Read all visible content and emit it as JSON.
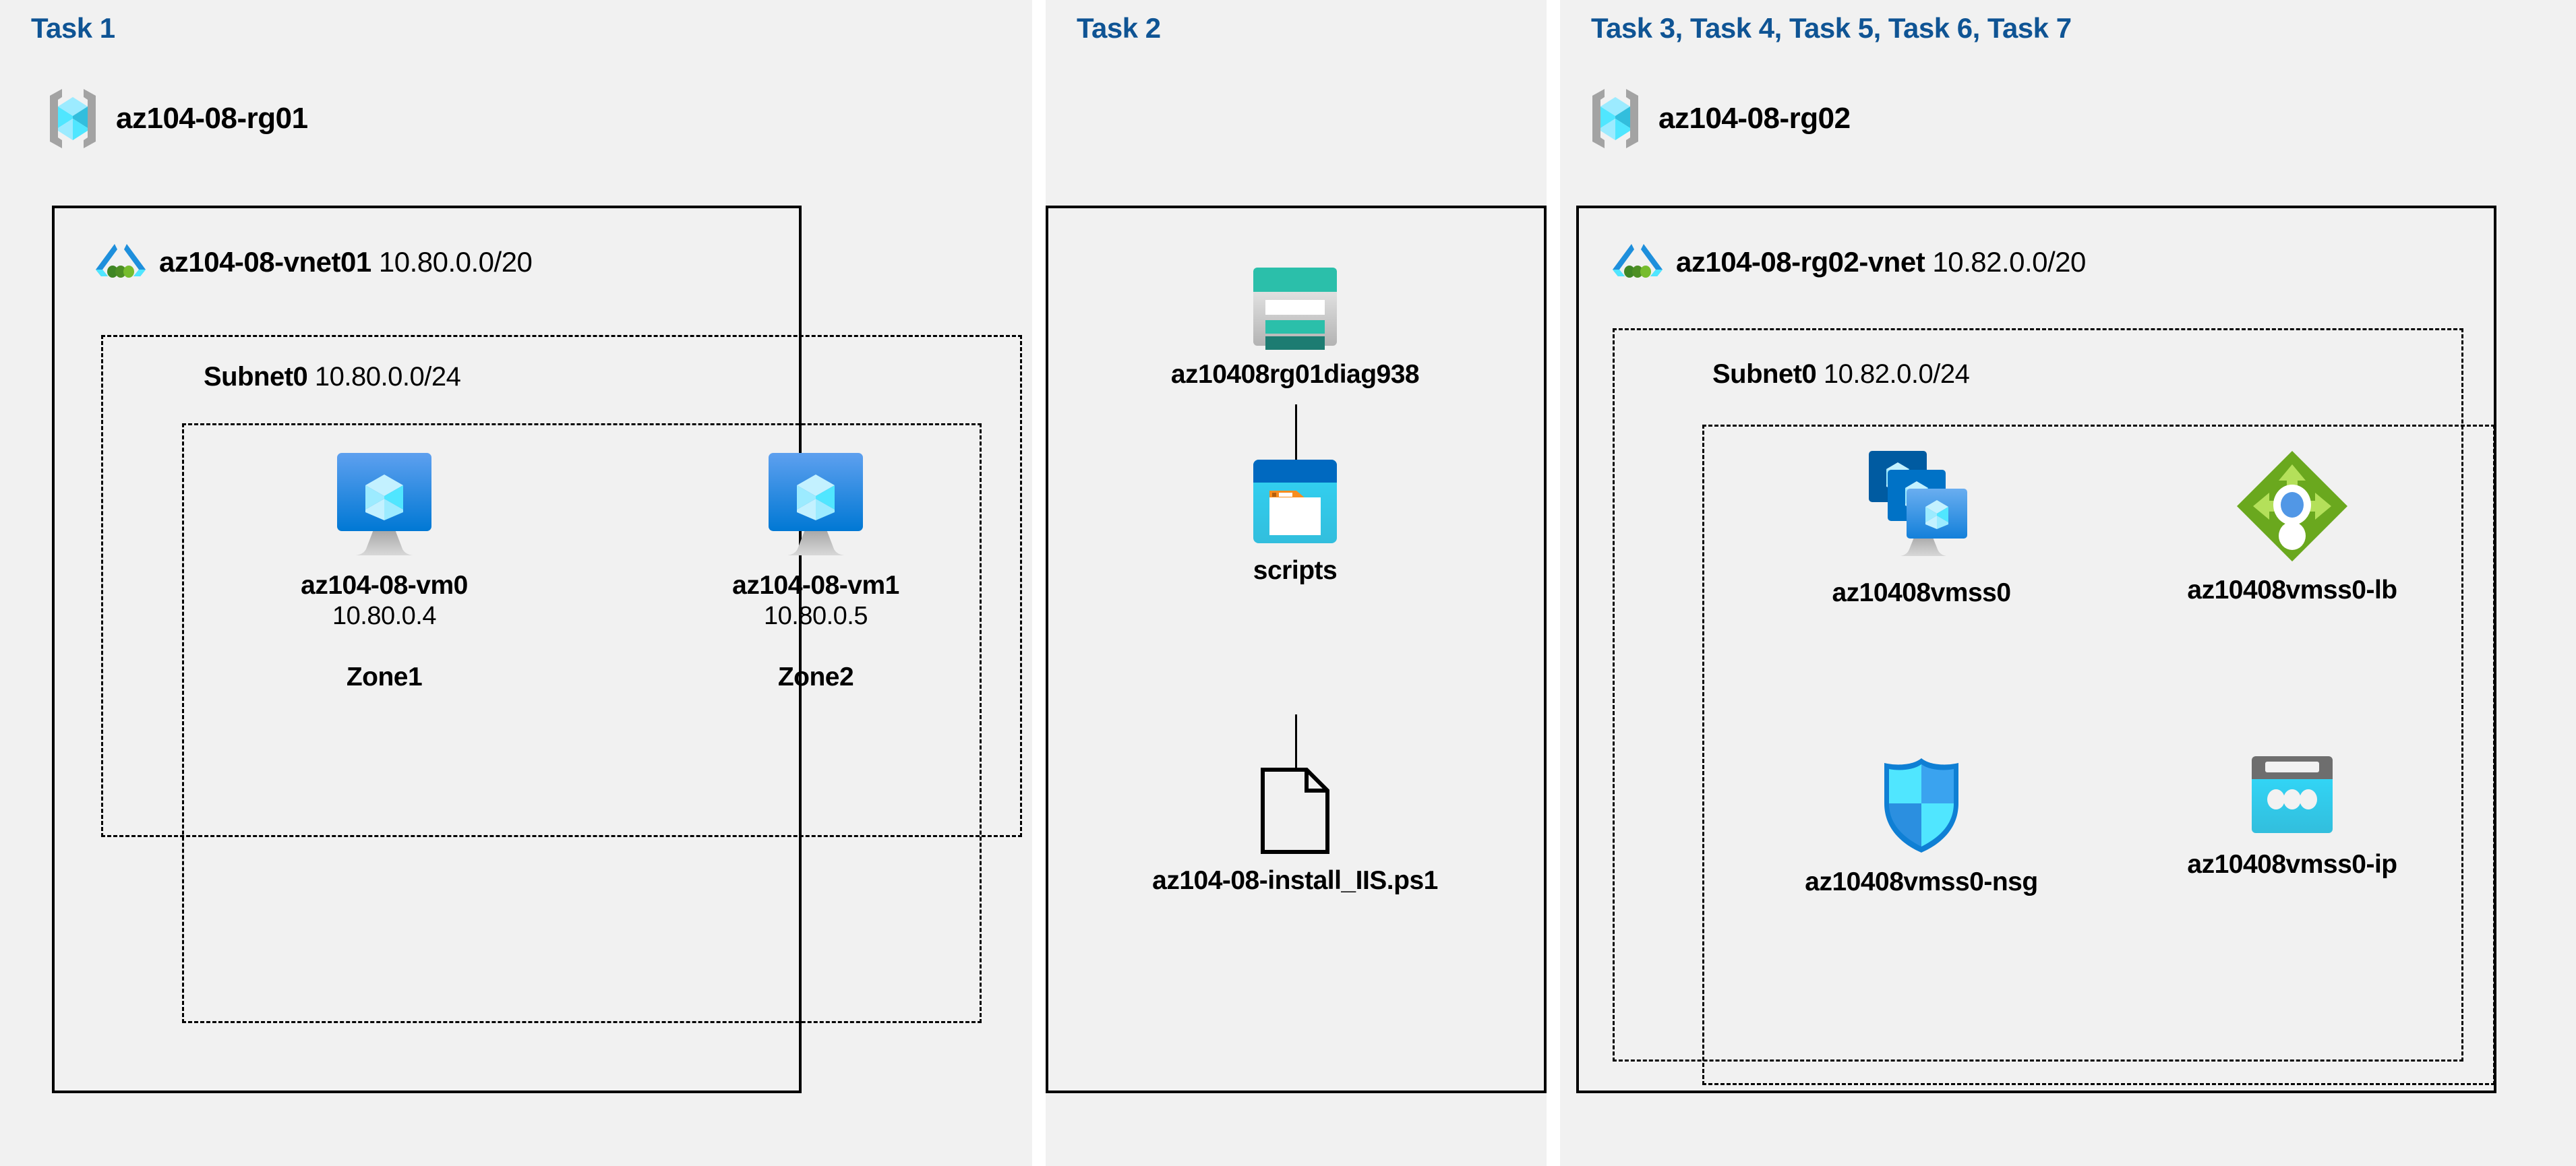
{
  "panels": {
    "task1": {
      "title": "Task 1",
      "resource_group": {
        "name": "az104-08-rg01",
        "icon": "resource-group-icon"
      },
      "vnet": {
        "name": "az104-08-vnet01",
        "cidr": "10.80.0.0/20",
        "icon": "virtual-network-icon"
      },
      "subnet": {
        "name": "Subnet0",
        "cidr": "10.80.0.0/24"
      },
      "vms": [
        {
          "name": "az104-08-vm0",
          "ip": "10.80.0.4",
          "zone": "Zone1",
          "icon": "virtual-machine-icon"
        },
        {
          "name": "az104-08-vm1",
          "ip": "10.80.0.5",
          "zone": "Zone2",
          "icon": "virtual-machine-icon"
        }
      ]
    },
    "task2": {
      "title": "Task 2",
      "items": [
        {
          "name": "az10408rg01diag938",
          "icon": "storage-account-icon"
        },
        {
          "name": "scripts",
          "icon": "blob-container-icon"
        },
        {
          "name": "az104-08-install_IIS.ps1",
          "icon": "file-icon"
        }
      ]
    },
    "task3": {
      "title": "Task 3, Task 4, Task 5, Task 6, Task 7",
      "resource_group": {
        "name": "az104-08-rg02",
        "icon": "resource-group-icon"
      },
      "vnet": {
        "name": "az104-08-rg02-vnet",
        "cidr": "10.82.0.0/20",
        "icon": "virtual-network-icon"
      },
      "subnet": {
        "name": "Subnet0",
        "cidr": "10.82.0.0/24"
      },
      "resources": [
        {
          "name": "az10408vmss0",
          "icon": "vm-scale-set-icon"
        },
        {
          "name": "az10408vmss0-lb",
          "icon": "load-balancer-icon"
        },
        {
          "name": "az10408vmss0-nsg",
          "icon": "network-security-group-icon"
        },
        {
          "name": "az10408vmss0-ip",
          "icon": "public-ip-address-icon"
        }
      ]
    }
  },
  "colors": {
    "task_title": "#0f5494",
    "panel_background": "#f1f1f1",
    "page_background": "#ffffff",
    "border": "#000000",
    "resource_group_cube": "#50e6ff",
    "resource_group_bracket": "#949494",
    "vnet_blue": "#1e8fdc",
    "vnet_green": "#5e9624",
    "vm_blue": "#0078d4",
    "storage_teal": "#2bbfaa",
    "blob_blue": "#0069c0",
    "blob_cyan": "#32c8f0",
    "folder_orange": "#f78d1e",
    "load_balancer_green": "#6aa81e",
    "load_balancer_arrow": "#b4e05a",
    "load_balancer_center": "#5197e6",
    "nsg_blue": "#0f7fd4",
    "public_ip_cyan": "#32c8f0",
    "public_ip_gray": "#6e6e6e"
  }
}
